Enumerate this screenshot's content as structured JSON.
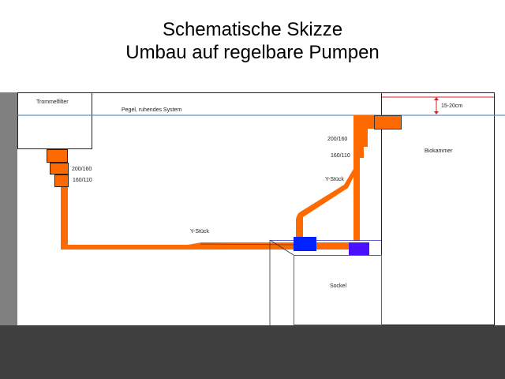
{
  "title": {
    "line1": "Schematische Skizze",
    "line2": "Umbau auf regelbare Pumpen"
  },
  "labels": {
    "trommelfilter": "Trommelfilter",
    "pegel": "Pegel, ruhendes System",
    "left_reducer_1": "200/160",
    "left_reducer_2": "160/110",
    "right_reducer_1": "200/160",
    "right_reducer_2": "160/110",
    "y_piece_left": "Y-Stück",
    "y_piece_right": "Y-Stück",
    "biokammer": "Biokammer",
    "sockel": "Sockel",
    "level_diff": "15-20cm"
  },
  "colors": {
    "pipe": "#ff6a00",
    "water_line": "#3a78c0",
    "pump1": "#0022ff",
    "pump2": "#4a10ff",
    "dimension": "#d02020"
  }
}
